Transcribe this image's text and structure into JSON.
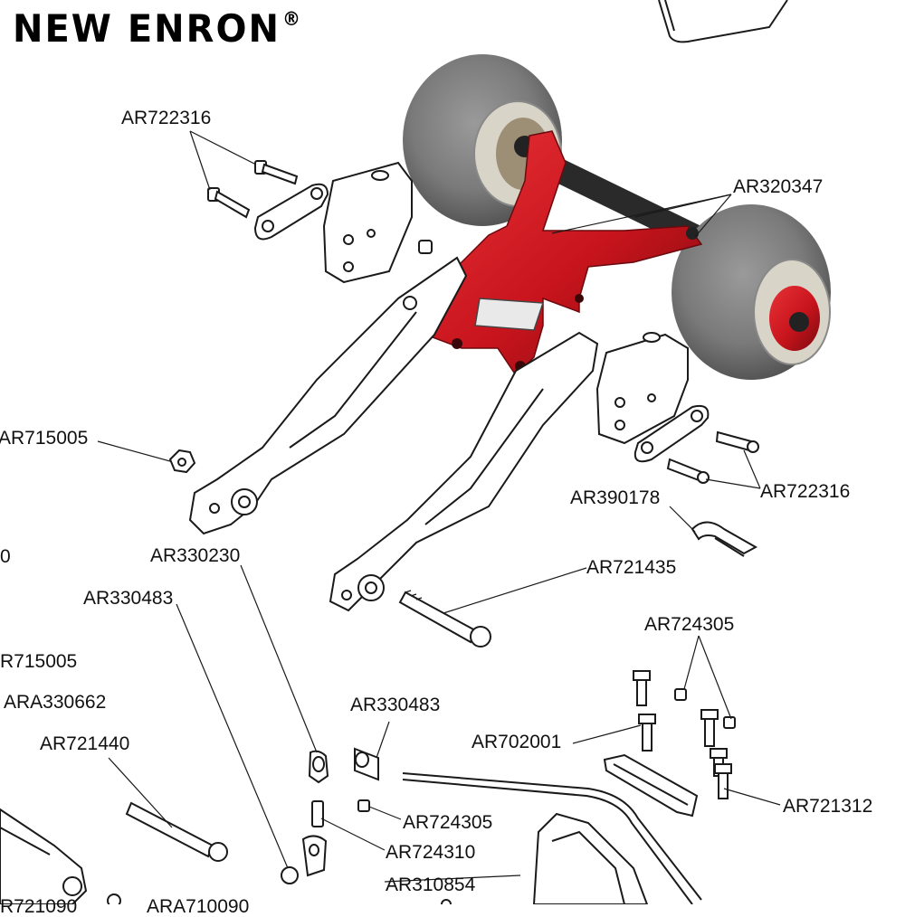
{
  "brand": {
    "name": "NEW ENRON",
    "registered_mark": "®"
  },
  "colors": {
    "part_red": "#c8141c",
    "tire_gray": "#6f6f6f",
    "line": "#1a1a1a"
  },
  "part_labels": {
    "ar722316_top": "AR722316",
    "ar320347": "AR320347",
    "ar715005_mid": "AR715005",
    "ar722316_right": "AR722316",
    "ar390178": "AR390178",
    "cut_left_0": "0",
    "ar330230": "AR330230",
    "ar721435": "AR721435",
    "ar330483_left": "AR330483",
    "ar724305_top": "AR724305",
    "ar715005_low": "R715005",
    "ara330662": "ARA330662",
    "ar330483_mid": "AR330483",
    "ar702001": "AR702001",
    "ar721440": "AR721440",
    "ar721312": "AR721312",
    "ar724305_low": "AR724305",
    "ar724310": "AR724310",
    "ar310854": "AR310854",
    "cut_bottom_left": "R721090",
    "cut_bottom_mid": "ARA710090"
  }
}
